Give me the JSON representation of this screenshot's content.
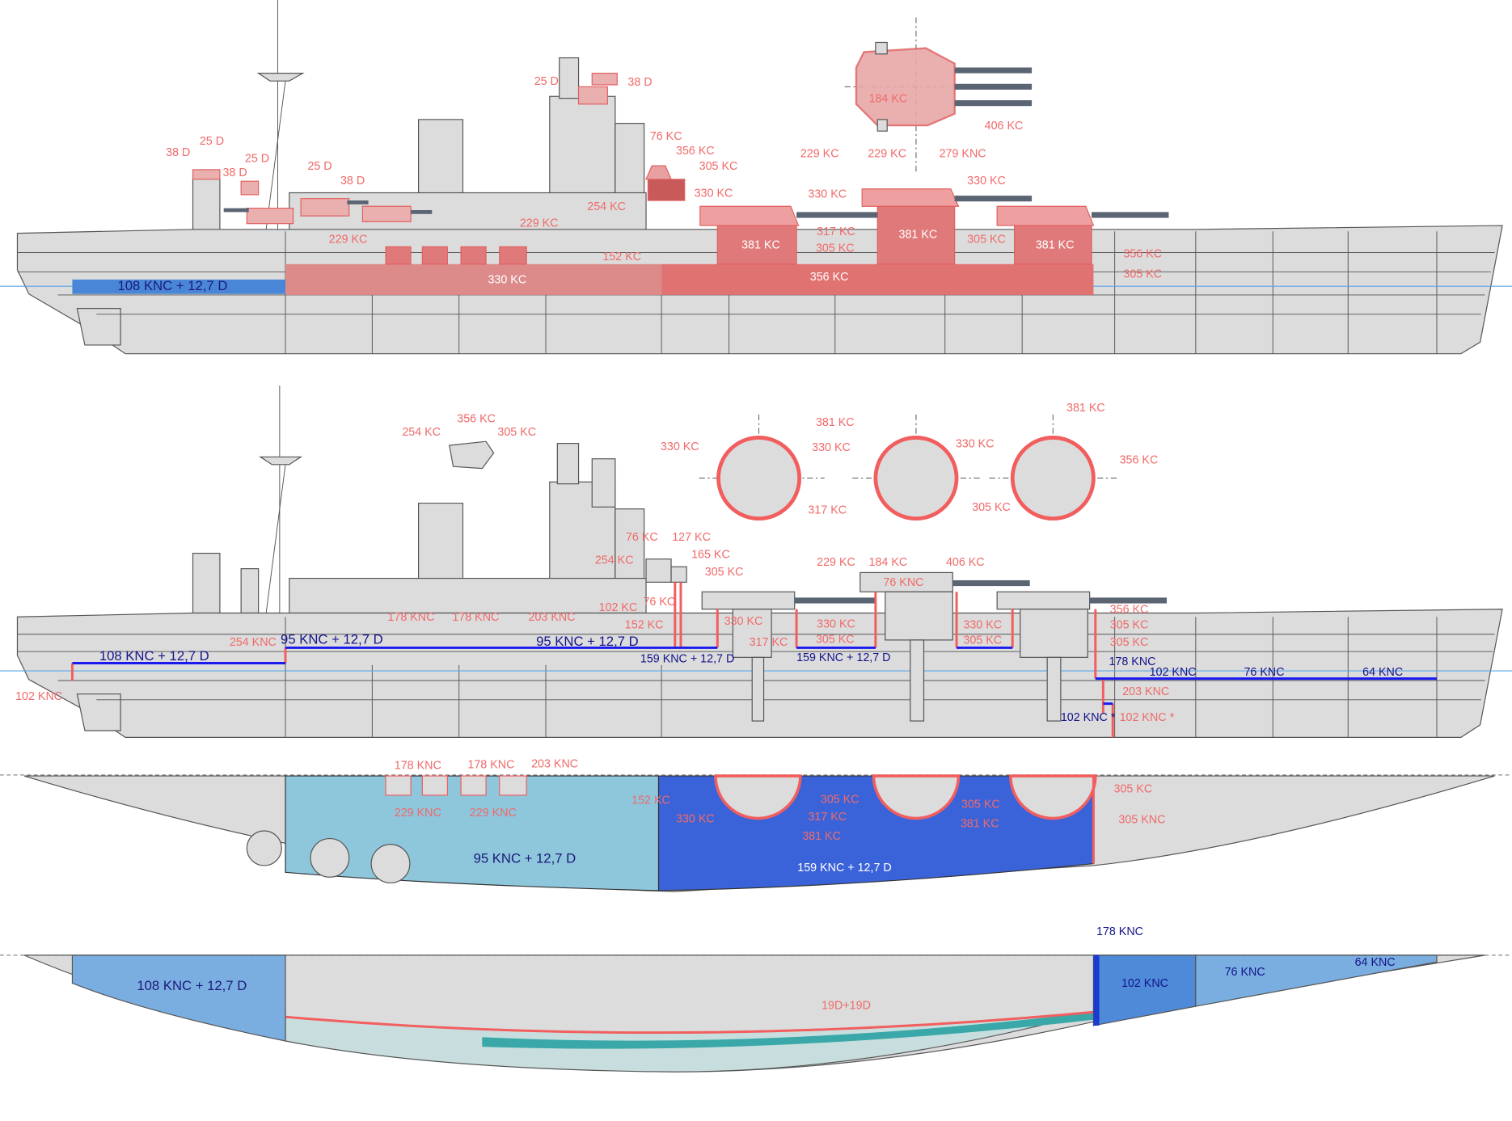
{
  "view1": {
    "labels": [
      "38 D",
      "25 D",
      "25 D",
      "38 D",
      "25 D",
      "38 D",
      "25 D",
      "38 D",
      "76 KC",
      "356 KC",
      "305 KC",
      "254 KC",
      "330 KC",
      "229 KC",
      "229 KC",
      "152 KC",
      "184 KC",
      "406 KC",
      "229 KC",
      "229 KC",
      "279 KNC",
      "330 KC",
      "330 KC",
      "381 KC",
      "381 KC",
      "381 KC",
      "317 KC",
      "305 KC",
      "305 KC",
      "356 KC",
      "305 KC",
      "330 KC",
      "356 KC",
      "108 KNC + 12,7 D"
    ]
  },
  "view2": {
    "labels": [
      "356 KC",
      "254 KC",
      "305 KC",
      "330 KC",
      "381 KC",
      "330 KC",
      "317 KC",
      "330 KC",
      "305 KC",
      "381 KC",
      "356 KC",
      "76 KC",
      "127 KC",
      "165 KC",
      "305 KC",
      "254 KC",
      "102 KC",
      "76 KC",
      "152 KC",
      "229 KC",
      "184 KC",
      "406 KC",
      "76 KNC",
      "330 KC",
      "317 KC",
      "330 KC",
      "305 KC",
      "330 KC",
      "305 KC",
      "356 KC",
      "305 KC",
      "305 KC",
      "178 KNC",
      "102 KNC",
      "76 KNC",
      "64 KNC",
      "203 KNC",
      "102 KNC *",
      "102 KNC *",
      "178 KNC",
      "178 KNC",
      "203 KNC",
      "95 KNC + 12,7 D",
      "95 KNC + 12,7 D",
      "254 KNC",
      "108 KNC + 12,7 D",
      "102 KNC",
      "159 KNC + 12,7 D",
      "159 KNC + 12,7 D"
    ]
  },
  "view3": {
    "labels": [
      "178 KNC",
      "178 KNC",
      "203 KNC",
      "229 KNC",
      "229 KNC",
      "152 KC",
      "330 KC",
      "305 KC",
      "317 KC",
      "381 KC",
      "305 KC",
      "381 KC",
      "305 KC",
      "305 KNC",
      "95 KNC + 12,7 D",
      "159 KNC + 12,7 D"
    ]
  },
  "view4": {
    "labels": [
      "178 KNC",
      "108 KNC + 12,7 D",
      "102 KNC",
      "76 KNC",
      "64 KNC",
      "19D+19D"
    ]
  },
  "colors": {
    "armor_red": "#e07a7a",
    "deck_blue": "#1a1aee",
    "belt_light": "#8ec6dc",
    "belt_dark": "#3b63d9",
    "hull": "#dcdcdc"
  }
}
